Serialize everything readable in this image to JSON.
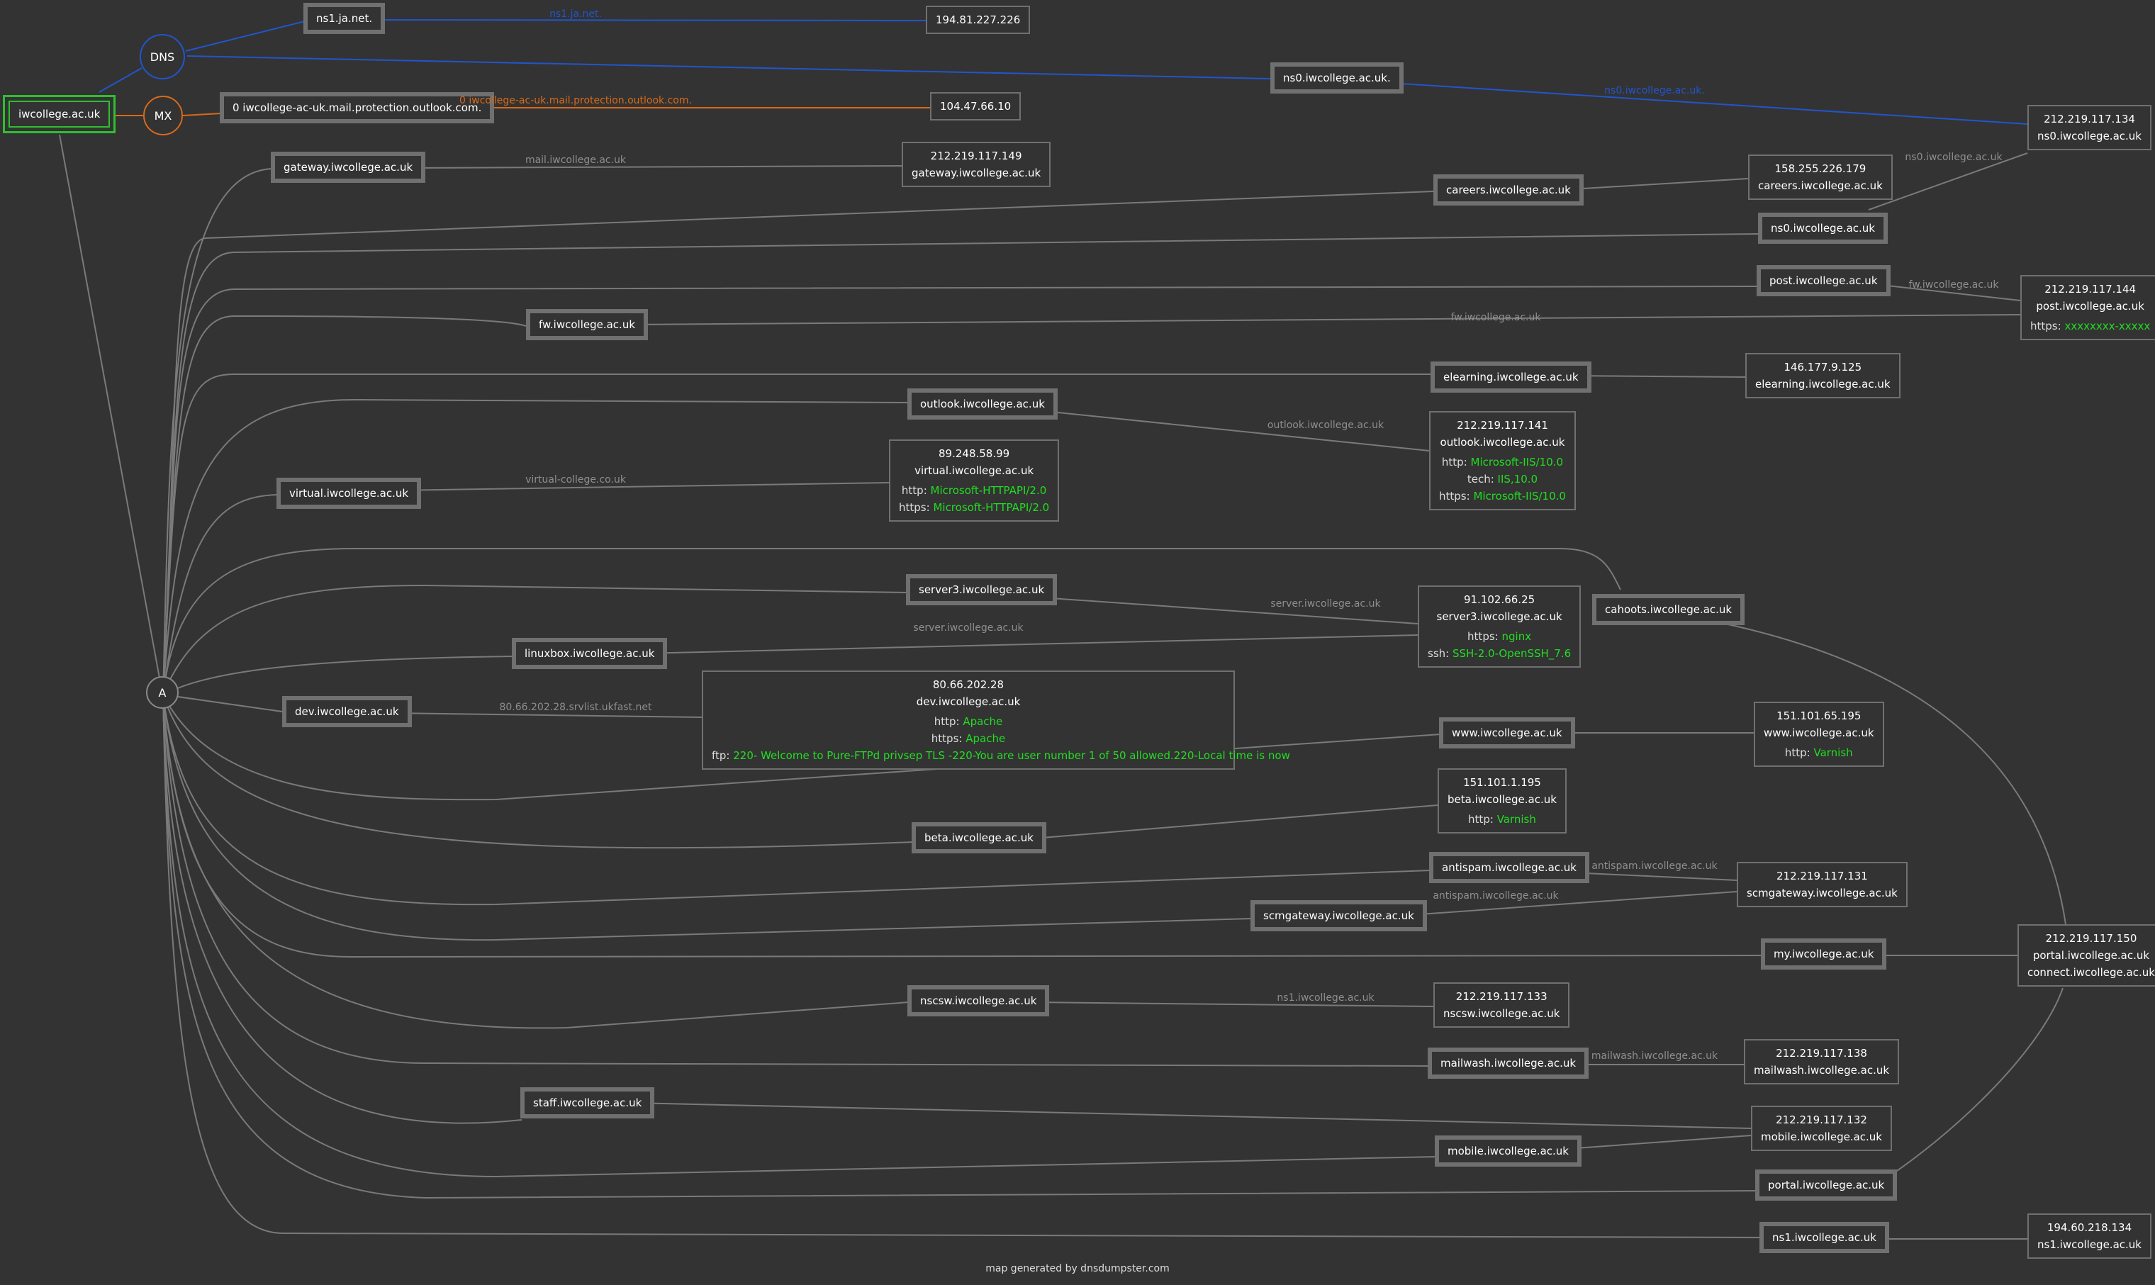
{
  "root": "iwcollege.ac.uk",
  "groups": {
    "dns": "DNS",
    "mx": "MX",
    "a": "A"
  },
  "colors": {
    "dns": "#2255cc",
    "mx": "#d86a1a",
    "edge": "#7a7a7a",
    "root": "#2fbf2f",
    "service": "#22dd22"
  },
  "hosts": {
    "ns1ja": "ns1.ja.net.",
    "ns0dot": "ns0.iwcollege.ac.uk.",
    "mxhost": "0 iwcollege-ac-uk.mail.protection.outlook.com.",
    "gateway": "gateway.iwcollege.ac.uk",
    "careers": "careers.iwcollege.ac.uk",
    "ns0": "ns0.iwcollege.ac.uk",
    "post": "post.iwcollege.ac.uk",
    "fw": "fw.iwcollege.ac.uk",
    "elearning": "elearning.iwcollege.ac.uk",
    "outlook": "outlook.iwcollege.ac.uk",
    "virtual": "virtual.iwcollege.ac.uk",
    "server3": "server3.iwcollege.ac.uk",
    "cahoots": "cahoots.iwcollege.ac.uk",
    "linuxbox": "linuxbox.iwcollege.ac.uk",
    "dev": "dev.iwcollege.ac.uk",
    "www": "www.iwcollege.ac.uk",
    "beta": "beta.iwcollege.ac.uk",
    "antispam": "antispam.iwcollege.ac.uk",
    "scmgateway": "scmgateway.iwcollege.ac.uk",
    "my": "my.iwcollege.ac.uk",
    "nscsw": "nscsw.iwcollege.ac.uk",
    "mailwash": "mailwash.iwcollege.ac.uk",
    "staff": "staff.iwcollege.ac.uk",
    "mobile": "mobile.iwcollege.ac.uk",
    "portal": "portal.iwcollege.ac.uk",
    "ns1": "ns1.iwcollege.ac.uk"
  },
  "ipboxes": {
    "ns1ja": {
      "lines": [
        "194.81.227.226"
      ],
      "services": []
    },
    "ns0": {
      "lines": [
        "212.219.117.134",
        "ns0.iwcollege.ac.uk"
      ],
      "services": []
    },
    "mx": {
      "lines": [
        "104.47.66.10"
      ],
      "services": []
    },
    "gateway": {
      "lines": [
        "212.219.117.149",
        "gateway.iwcollege.ac.uk"
      ],
      "services": []
    },
    "careers": {
      "lines": [
        "158.255.226.179",
        "careers.iwcollege.ac.uk"
      ],
      "services": []
    },
    "post": {
      "lines": [
        "212.219.117.144",
        "post.iwcollege.ac.uk"
      ],
      "services": [
        {
          "k": "https:",
          "v": "xxxxxxxx-xxxxx"
        }
      ]
    },
    "elearning": {
      "lines": [
        "146.177.9.125",
        "elearning.iwcollege.ac.uk"
      ],
      "services": []
    },
    "outlook": {
      "lines": [
        "212.219.117.141",
        "outlook.iwcollege.ac.uk"
      ],
      "services": [
        {
          "k": "http:",
          "v": "Microsoft-IIS/10.0"
        },
        {
          "k": "tech:",
          "v": "IIS,10.0"
        },
        {
          "k": "https:",
          "v": "Microsoft-IIS/10.0"
        }
      ]
    },
    "virtual": {
      "lines": [
        "89.248.58.99",
        "virtual.iwcollege.ac.uk"
      ],
      "services": [
        {
          "k": "http:",
          "v": "Microsoft-HTTPAPI/2.0"
        },
        {
          "k": "https:",
          "v": "Microsoft-HTTPAPI/2.0"
        }
      ]
    },
    "server3": {
      "lines": [
        "91.102.66.25",
        "server3.iwcollege.ac.uk"
      ],
      "services": [
        {
          "k": "https:",
          "v": "nginx"
        },
        {
          "k": "ssh:",
          "v": "SSH-2.0-OpenSSH_7.6"
        }
      ]
    },
    "dev": {
      "lines": [
        "80.66.202.28",
        "dev.iwcollege.ac.uk"
      ],
      "services": [
        {
          "k": "http:",
          "v": "Apache"
        },
        {
          "k": "https:",
          "v": "Apache"
        },
        {
          "k": "ftp:",
          "v": "220- Welcome to Pure-FTPd privsep TLS -220-You are user number 1 of 50 allowed.220-Local time is now"
        }
      ]
    },
    "www": {
      "lines": [
        "151.101.65.195",
        "www.iwcollege.ac.uk"
      ],
      "services": [
        {
          "k": "http:",
          "v": "Varnish"
        }
      ]
    },
    "beta": {
      "lines": [
        "151.101.1.195",
        "beta.iwcollege.ac.uk"
      ],
      "services": [
        {
          "k": "http:",
          "v": "Varnish"
        }
      ]
    },
    "scmgateway": {
      "lines": [
        "212.219.117.131",
        "scmgateway.iwcollege.ac.uk"
      ],
      "services": []
    },
    "portal": {
      "lines": [
        "212.219.117.150",
        "portal.iwcollege.ac.uk",
        "connect.iwcollege.ac.uk"
      ],
      "services": []
    },
    "nscsw": {
      "lines": [
        "212.219.117.133",
        "nscsw.iwcollege.ac.uk"
      ],
      "services": []
    },
    "mailwash": {
      "lines": [
        "212.219.117.138",
        "mailwash.iwcollege.ac.uk"
      ],
      "services": []
    },
    "mobile": {
      "lines": [
        "212.219.117.132",
        "mobile.iwcollege.ac.uk"
      ],
      "services": []
    },
    "ns1": {
      "lines": [
        "194.60.218.134",
        "ns1.iwcollege.ac.uk"
      ],
      "services": []
    }
  },
  "edge_labels": {
    "ns1ja": "ns1.ja.net.",
    "ns0dot": "ns0.iwcollege.ac.uk.",
    "mx": "0 iwcollege-ac-uk.mail.protection.outlook.com.",
    "gateway": "mail.iwcollege.ac.uk",
    "ns0": "ns0.iwcollege.ac.uk",
    "post": "fw.iwcollege.ac.uk",
    "fw": "fw.iwcollege.ac.uk",
    "outlook": "outlook.iwcollege.ac.uk",
    "virtual": "virtual-college.co.uk",
    "server3": "server.iwcollege.ac.uk",
    "linuxbox": "server.iwcollege.ac.uk",
    "dev": "80.66.202.28.srvlist.ukfast.net",
    "antispam1": "antispam.iwcollege.ac.uk",
    "antispam2": "antispam.iwcollege.ac.uk",
    "nscsw": "ns1.iwcollege.ac.uk",
    "mailwash": "mailwash.iwcollege.ac.uk"
  },
  "footer": "map generated by dnsdumpster.com"
}
